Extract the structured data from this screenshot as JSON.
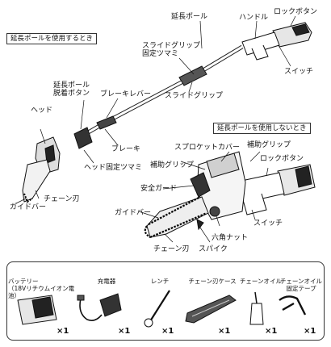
{
  "diagram": {
    "section_with_pole": "延長ポールを使用するとき",
    "section_without_pole": "延長ポールを使用しないとき",
    "upper_labels": {
      "extension_pole": "延長ポール",
      "handle": "ハンドル",
      "lock_button": "ロックボタン",
      "switch": "スイッチ",
      "slide_grip_lock_knob": "スライドグリップ\n固定ツマミ",
      "slide_grip": "スライドグリップ",
      "pole_release_button": "延長ポール\n脱着ボタン",
      "brake_lever": "ブレーキレバー",
      "brake": "ブレーキ",
      "head": "ヘッド",
      "head_lock_knob": "ヘッド固定ツマミ",
      "chain_blade": "チェーン刃",
      "guide_bar": "ガイドバー"
    },
    "lower_labels": {
      "sprocket_cover": "スプロケットカバー",
      "aux_grip_top": "補助グリップ",
      "aux_grip_left": "補助グリップ",
      "lock_button": "ロックボタン",
      "safety_guard": "安全ガード",
      "guide_bar": "ガイドバー",
      "switch": "スイッチ",
      "hex_nut": "六角ナット",
      "chain_blade": "チェーン刃",
      "spike": "スパイク"
    },
    "accessories": [
      {
        "name": "バッテリー\n（18Vリチウムイオン電池）",
        "qty": "×1",
        "icon": "battery-icon"
      },
      {
        "name": "充電器",
        "qty": "×1",
        "icon": "charger-icon"
      },
      {
        "name": "レンチ",
        "qty": "×1",
        "icon": "wrench-icon"
      },
      {
        "name": "チェーン刃ケース",
        "qty": "×1",
        "icon": "chain-case-icon"
      },
      {
        "name": "チェーンオイル",
        "qty": "×1",
        "icon": "oil-bottle-icon"
      },
      {
        "name": "チェーンオイル\n固定テープ",
        "qty": "×1",
        "icon": "tape-icon"
      }
    ]
  }
}
